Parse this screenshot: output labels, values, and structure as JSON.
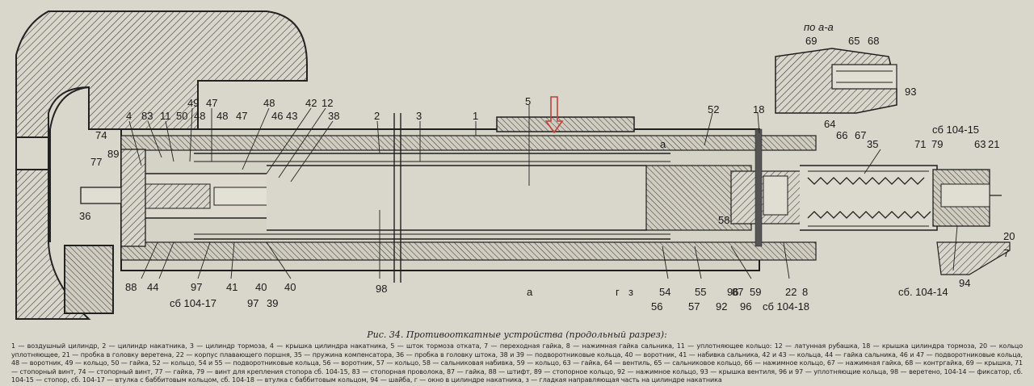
{
  "figure": {
    "section_label": "по а-а",
    "callouts": [
      {
        "text": "4"
      },
      {
        "text": "83"
      },
      {
        "text": "11"
      },
      {
        "text": "49"
      },
      {
        "text": "50"
      },
      {
        "text": "47"
      },
      {
        "text": "48"
      },
      {
        "text": "48"
      },
      {
        "text": "47"
      },
      {
        "text": "48"
      },
      {
        "text": "46"
      },
      {
        "text": "43"
      },
      {
        "text": "42"
      },
      {
        "text": "12"
      },
      {
        "text": "38"
      },
      {
        "text": "2"
      },
      {
        "text": "3"
      },
      {
        "text": "1"
      },
      {
        "text": "5"
      },
      {
        "text": "52"
      },
      {
        "text": "18"
      },
      {
        "text": "74"
      },
      {
        "text": "89"
      },
      {
        "text": "77"
      },
      {
        "text": "36"
      },
      {
        "text": "а"
      },
      {
        "text": "35"
      },
      {
        "text": "сб 104-15"
      },
      {
        "text": "71"
      },
      {
        "text": "79"
      },
      {
        "text": "63"
      },
      {
        "text": "21"
      },
      {
        "text": "58"
      },
      {
        "text": "20"
      },
      {
        "text": "7"
      },
      {
        "text": "69"
      },
      {
        "text": "65"
      },
      {
        "text": "68"
      },
      {
        "text": "93"
      },
      {
        "text": "64"
      },
      {
        "text": "66"
      },
      {
        "text": "67"
      },
      {
        "text": "88"
      },
      {
        "text": "44"
      },
      {
        "text": "97"
      },
      {
        "text": "41"
      },
      {
        "text": "40"
      },
      {
        "text": "40"
      },
      {
        "text": "98"
      },
      {
        "text": "сб 104-17"
      },
      {
        "text": "97"
      },
      {
        "text": "39"
      },
      {
        "text": "а"
      },
      {
        "text": "г"
      },
      {
        "text": "з"
      },
      {
        "text": "54"
      },
      {
        "text": "55"
      },
      {
        "text": "96"
      },
      {
        "text": "87"
      },
      {
        "text": "59"
      },
      {
        "text": "22"
      },
      {
        "text": "8"
      },
      {
        "text": "56"
      },
      {
        "text": "57"
      },
      {
        "text": "92"
      },
      {
        "text": "96"
      },
      {
        "text": "сб 104-18"
      },
      {
        "text": "94"
      },
      {
        "text": "сб. 104-14"
      }
    ]
  },
  "caption": {
    "title": "Рис. 34. Противооткатные устройства (продольный разрез):",
    "legend": "1 — воздушный цилиндр, 2 — цилиндр накатника, 3 — цилиндр тормоза, 4 — крышка цилиндра накатника, 5 — шток тормоза отката, 7 — переходная гайка, 8 — нажимная гайка сальника, 11 — уплотняющее кольцо: 12 — латунная рубашка, 18 — крышка цилиндра тормоза, 20 — кольцо уплотняющее, 21 — пробка в головку веретена, 22 — корпус плавающего поршня, 35 — пружина компенсатора, 36 — пробка в головку штока, 38 и 39 — подворотниковые кольца, 40 — воротник, 41 — набивка сальника, 42 и 43 — кольца, 44 — гайка сальника, 46 и 47 — подворотниковые кольца, 48 — воротник, 49 — кольцо, 50 — гайка, 52 — кольцо, 54 и 55 — подворотниковые кольца, 56 — воротник, 57 — кольцо, 58 — сальниковая набивка, 59 — кольцо, 63 — гайка, 64 — вентиль, 65 — сальниковое кольцо, 66 — нажимное кольцо, 67 — нажимная гайка, 68 — контргайка, 69 — крышка, 71 — стопорный винт, 74 — стопорный винт, 77 — гайка, 79 — винт для крепления стопора сб. 104-15, 83 — стопорная проволока, 87 — гайка, 88 — штифт, 89 — стопорное кольцо, 92 — нажимное кольцо, 93 — крышка вентиля, 96 и 97 — уплотняющие кольца, 98 — веретено, 104-14 — фиксатор, сб. 104-15 — стопор, сб. 104-17 — втулка с баббитовым кольцом, сб. 104-18 — втулка с баббитовым кольцом, 94 — шайба, г — окно в цилиндре накатника, з — гладкая направляющая часть на цилиндре накатника"
  }
}
